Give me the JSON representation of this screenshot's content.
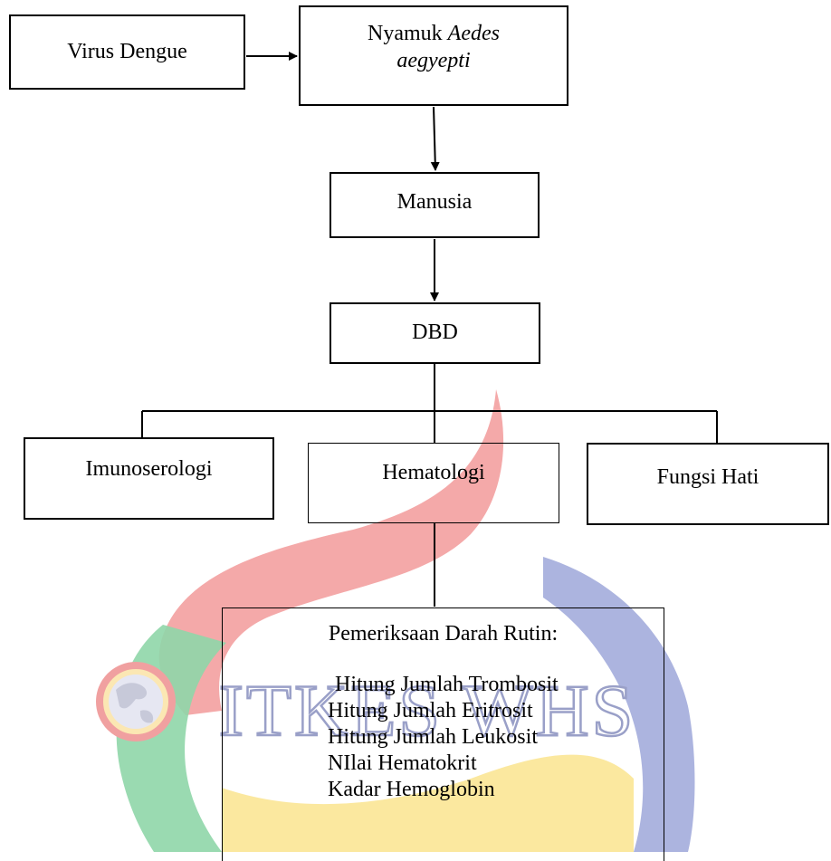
{
  "nodes": {
    "virus": "Virus Dengue",
    "mosquito_prefix": "Nyamuk",
    "mosquito_species_1": "Aedes",
    "mosquito_species_2": "aegyepti",
    "human": "Manusia",
    "dbd": "DBD",
    "immuno": "Imunoserologi",
    "hemato": "Hematologi",
    "liver": "Fungsi Hati",
    "routine_title": "Pemeriksaan Darah Rutin:",
    "routine_items": [
      "Hitung Jumlah Trombosit",
      "Hitung Jumlah Eritrosit",
      "Hitung Jumlah Leukosit",
      "NIlai Hematokrit",
      "Kadar Hemoglobin"
    ]
  },
  "watermark": {
    "text": "ITKES WHS",
    "colors": {
      "red": "#f29a9a",
      "blue": "#9ea7d9",
      "yellow": "#fbe79a",
      "green": "#8fd6a8"
    }
  }
}
